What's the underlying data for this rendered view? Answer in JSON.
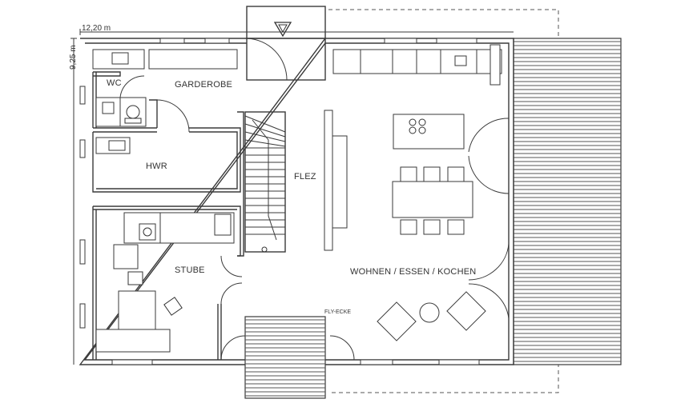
{
  "dimensions": {
    "width_label": "12,20 m",
    "depth_label": "9,25 m"
  },
  "rooms": {
    "wc": "WC",
    "garderobe": "GARDEROBE",
    "hwr": "HWR",
    "flez": "FLEZ",
    "stube": "STUBE",
    "wohnen": "WOHNEN / ESSEN / KOCHEN",
    "fly_ecke": "FLY-ECKE"
  },
  "icons": [
    "entrance-arrow-icon",
    "stove-icon",
    "washing-machine-icon",
    "toilet-icon",
    "sink-icon",
    "armchair-icon"
  ]
}
